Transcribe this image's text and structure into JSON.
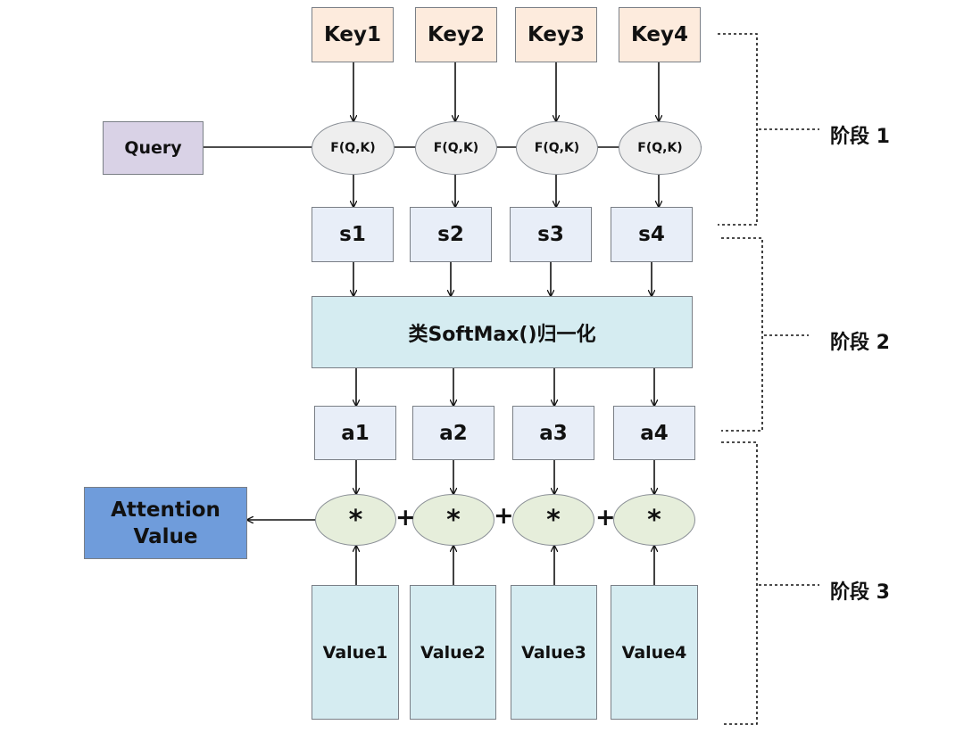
{
  "query_label": "Query",
  "keys": [
    "Key1",
    "Key2",
    "Key3",
    "Key4"
  ],
  "function_label": "F(Q,K)",
  "scores": [
    "s1",
    "s2",
    "s3",
    "s4"
  ],
  "softmax_label": "类SoftMax()归一化",
  "weights": [
    "a1",
    "a2",
    "a3",
    "a4"
  ],
  "multiply_symbol": "*",
  "plus_symbol": "+",
  "values": [
    "Value1",
    "Value2",
    "Value3",
    "Value4"
  ],
  "output": {
    "line1": "Attention",
    "line2": "Value"
  },
  "stages": [
    "阶段 1",
    "阶段 2",
    "阶段 3"
  ],
  "colors": {
    "key_fill": "#fdebdd",
    "score_fill": "#e8eef8",
    "softmax_fill": "#d5ecf1",
    "value_fill": "#d5ecf1",
    "query_fill": "#d9d2e6",
    "function_fill": "#eeeeee",
    "multiply_fill": "#e6eedb",
    "output_fill": "#6f9cdb"
  }
}
